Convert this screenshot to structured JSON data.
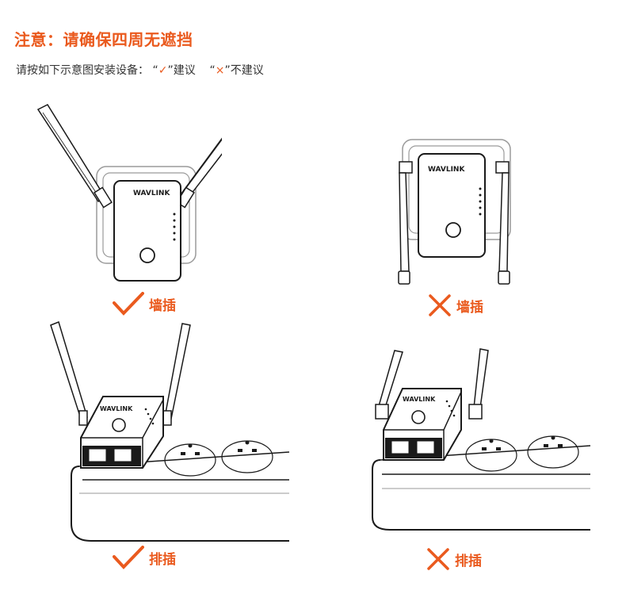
{
  "title": "注意：请确保四周无遮挡",
  "instruction": {
    "lead": "请按如下示意图安装设备：",
    "ok_open": "“",
    "ok_mark": "✓",
    "ok_close": "”",
    "ok_text": "建议",
    "bad_open": "“",
    "bad_mark": "×",
    "bad_close": "”",
    "bad_text": "不建议"
  },
  "brand": "WAVLINK",
  "panels": [
    {
      "verdict": "correct",
      "label": "墙插"
    },
    {
      "verdict": "wrong",
      "label": "墙插"
    },
    {
      "verdict": "correct",
      "label": "排插"
    },
    {
      "verdict": "wrong",
      "label": "排插"
    }
  ],
  "colors": {
    "accent": "#ea5a1e",
    "line": "#1a1a1a",
    "faint": "#9a9a9a"
  }
}
